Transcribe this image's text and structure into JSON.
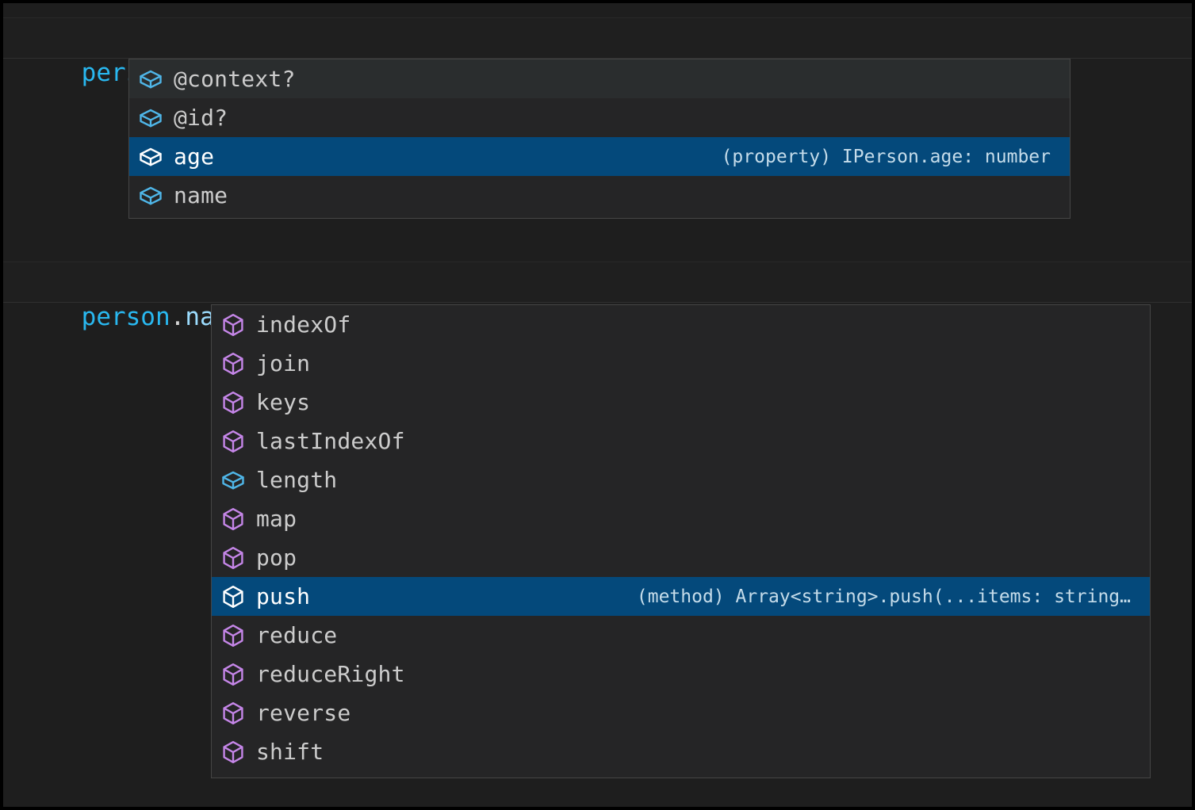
{
  "editor": {
    "background_color": "#1E1E1E",
    "lines": [
      {
        "id": "line-1",
        "segments": [
          {
            "text": "person",
            "kind": "variable"
          },
          {
            "text": ".",
            "kind": "punctuation"
          },
          {
            "text": ";",
            "kind": "punctuation"
          }
        ],
        "plain_text": "person.;",
        "has_error_squiggle": true
      },
      {
        "id": "line-2",
        "segments": [
          {
            "text": "person",
            "kind": "variable"
          },
          {
            "text": ".",
            "kind": "punctuation"
          },
          {
            "text": "name",
            "kind": "property"
          },
          {
            "text": ".",
            "kind": "punctuation"
          },
          {
            "text": ";",
            "kind": "punctuation"
          }
        ],
        "plain_text": "person.name.;",
        "has_error_squiggle": true
      }
    ]
  },
  "colors": {
    "selection_blue": "#04497B",
    "hover_gray": "#2A2D2E",
    "widget_background": "#252526",
    "widget_border": "#454545",
    "variable_cyan": "#29B8F0",
    "property_light_blue": "#9CDCFE",
    "method_icon_purple": "#C586E8",
    "property_icon_blue": "#4FB6E8",
    "selected_icon_white": "#FFFFFF",
    "error_squiggle_red": "#E51400",
    "text_gray": "#CCCCCC"
  },
  "suggest_widgets": [
    {
      "id": "properties",
      "name": "person-member-suggestions",
      "items": [
        {
          "label": "@context?",
          "icon": "property-cube-icon",
          "icon_color": "#4FB6E8",
          "detail": "",
          "state": "hovered"
        },
        {
          "label": "@id?",
          "icon": "property-cube-icon",
          "icon_color": "#4FB6E8",
          "detail": "",
          "state": "normal"
        },
        {
          "label": "age",
          "icon": "property-cube-icon",
          "icon_color": "#FFFFFF",
          "detail": "(property) IPerson.age: number",
          "state": "focused"
        },
        {
          "label": "name",
          "icon": "property-cube-icon",
          "icon_color": "#4FB6E8",
          "detail": "",
          "state": "normal"
        }
      ]
    },
    {
      "id": "array-methods",
      "name": "person-name-member-suggestions",
      "items": [
        {
          "label": "indexOf",
          "icon": "method-cube-icon",
          "icon_color": "#C586E8",
          "detail": "",
          "state": "normal"
        },
        {
          "label": "join",
          "icon": "method-cube-icon",
          "icon_color": "#C586E8",
          "detail": "",
          "state": "normal"
        },
        {
          "label": "keys",
          "icon": "method-cube-icon",
          "icon_color": "#C586E8",
          "detail": "",
          "state": "normal"
        },
        {
          "label": "lastIndexOf",
          "icon": "method-cube-icon",
          "icon_color": "#C586E8",
          "detail": "",
          "state": "normal"
        },
        {
          "label": "length",
          "icon": "property-cube-icon",
          "icon_color": "#4FB6E8",
          "detail": "",
          "state": "normal"
        },
        {
          "label": "map",
          "icon": "method-cube-icon",
          "icon_color": "#C586E8",
          "detail": "",
          "state": "normal"
        },
        {
          "label": "pop",
          "icon": "method-cube-icon",
          "icon_color": "#C586E8",
          "detail": "",
          "state": "normal"
        },
        {
          "label": "push",
          "icon": "method-cube-icon",
          "icon_color": "#FFFFFF",
          "detail": "(method) Array<string>.push(...items: string…",
          "state": "focused"
        },
        {
          "label": "reduce",
          "icon": "method-cube-icon",
          "icon_color": "#C586E8",
          "detail": "",
          "state": "normal"
        },
        {
          "label": "reduceRight",
          "icon": "method-cube-icon",
          "icon_color": "#C586E8",
          "detail": "",
          "state": "normal"
        },
        {
          "label": "reverse",
          "icon": "method-cube-icon",
          "icon_color": "#C586E8",
          "detail": "",
          "state": "normal"
        },
        {
          "label": "shift",
          "icon": "method-cube-icon",
          "icon_color": "#C586E8",
          "detail": "",
          "state": "normal"
        }
      ]
    }
  ]
}
